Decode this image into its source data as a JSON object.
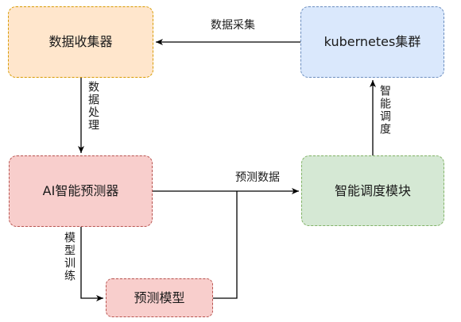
{
  "nodes": {
    "collector": "数据收集器",
    "kubernetes": "kubernetes集群",
    "predictor": "AI智能预测器",
    "scheduler": "智能调度模块",
    "model": "预测模型"
  },
  "edges": {
    "collect": "数据采集",
    "processing": "数据处理",
    "schedule": "智能调度",
    "predict_data": "预测数据",
    "training": "模型训练"
  },
  "colors": {
    "collector_fill": "#ffe6cc",
    "collector_stroke": "#d79b00",
    "kubernetes_fill": "#dae8fc",
    "kubernetes_stroke": "#6c8ebf",
    "predictor_fill": "#f8cecc",
    "predictor_stroke": "#b85450",
    "scheduler_fill": "#d5e8d4",
    "scheduler_stroke": "#82b366",
    "edge": "#000000"
  }
}
